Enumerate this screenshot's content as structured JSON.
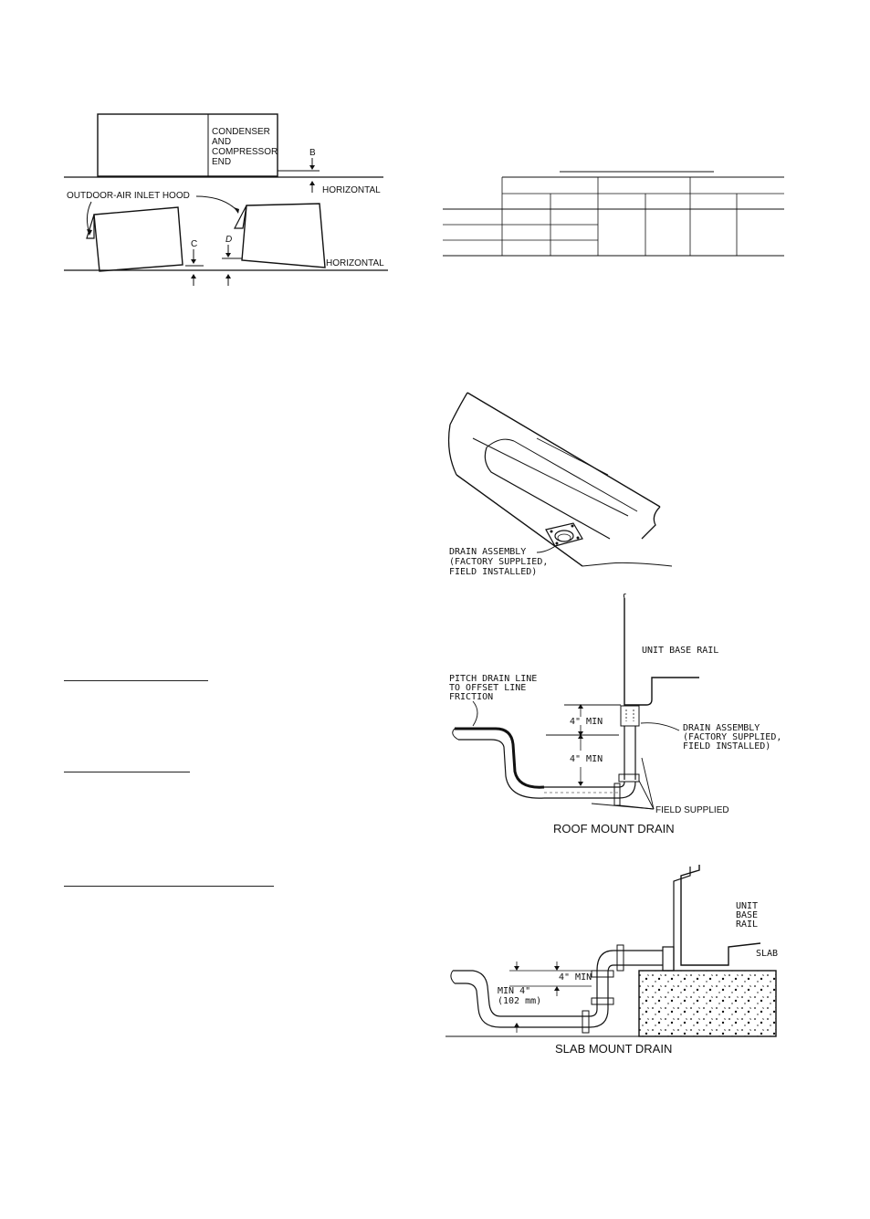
{
  "level_figure": {
    "condenser_label": [
      "CONDENSER",
      "AND",
      "COMPRESSOR",
      "END"
    ],
    "b_label": "B",
    "horizontal_1": "HORIZONTAL",
    "hood_label": "OUTDOOR-AIR INLET HOOD",
    "c_label": "C",
    "d_label": "D",
    "horizontal_2": "HORIZONTAL"
  },
  "drain_pan_figure": {
    "drain_assembly_label": [
      "DRAIN ASSEMBLY",
      "(FACTORY SUPPLIED,",
      "FIELD INSTALLED)"
    ]
  },
  "roof_drain_figure": {
    "unit_base_rail": "UNIT BASE RAIL",
    "pitch_label": [
      "PITCH DRAIN LINE",
      "TO OFFSET LINE",
      "FRICTION"
    ],
    "min_top": "4\" MIN",
    "min_bottom": "4\" MIN",
    "drain_assembly_label": [
      "DRAIN ASSEMBLY",
      "(FACTORY SUPPLIED,",
      "FIELD INSTALLED)"
    ],
    "field_supplied": "FIELD SUPPLIED",
    "caption": "ROOF MOUNT DRAIN"
  },
  "slab_drain_figure": {
    "unit_base_rail": [
      "UNIT",
      "BASE",
      "RAIL"
    ],
    "slab": "SLAB",
    "min_4": "4\" MIN",
    "min_4_mm": [
      "MIN 4\"",
      "(102 mm)"
    ],
    "caption": "SLAB MOUNT DRAIN"
  }
}
